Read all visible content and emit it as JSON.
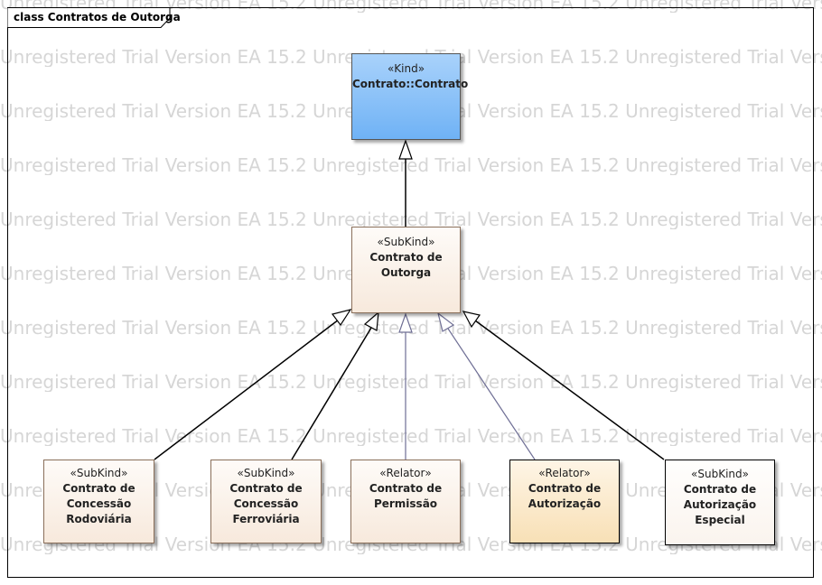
{
  "frame": {
    "title": "class Contratos de Outorga"
  },
  "watermark": {
    "text": "Unregistered Trial Version EA 15.2 Unregistered Trial Version EA 15.2 Unregistered Trial Version EA 15.2"
  },
  "classes": {
    "contrato": {
      "stereotype": "«Kind»",
      "name": "Contrato::Contrato"
    },
    "outorga": {
      "stereotype": "«SubKind»",
      "name": "Contrato de\nOutorga"
    },
    "rodoviaria": {
      "stereotype": "«SubKind»",
      "name": "Contrato de\nConcessão\nRodoviária"
    },
    "ferroviaria": {
      "stereotype": "«SubKind»",
      "name": "Contrato de\nConcessão\nFerroviária"
    },
    "permissao": {
      "stereotype": "«Relator»",
      "name": "Contrato de\nPermissão"
    },
    "autorizacao": {
      "stereotype": "«Relator»",
      "name": "Contrato de\nAutorização"
    },
    "autorizacao_especial": {
      "stereotype": "«SubKind»",
      "name": "Contrato de\nAutorização\nEspecial"
    }
  },
  "colors": {
    "kind_fill": "#80bdf7",
    "subkind_fill": "#fbf0e7",
    "relator_fill": "#fbe8c4",
    "plain_fill": "#fdfbf8",
    "edge_black": "#000000",
    "edge_blue": "#6f6f95"
  }
}
